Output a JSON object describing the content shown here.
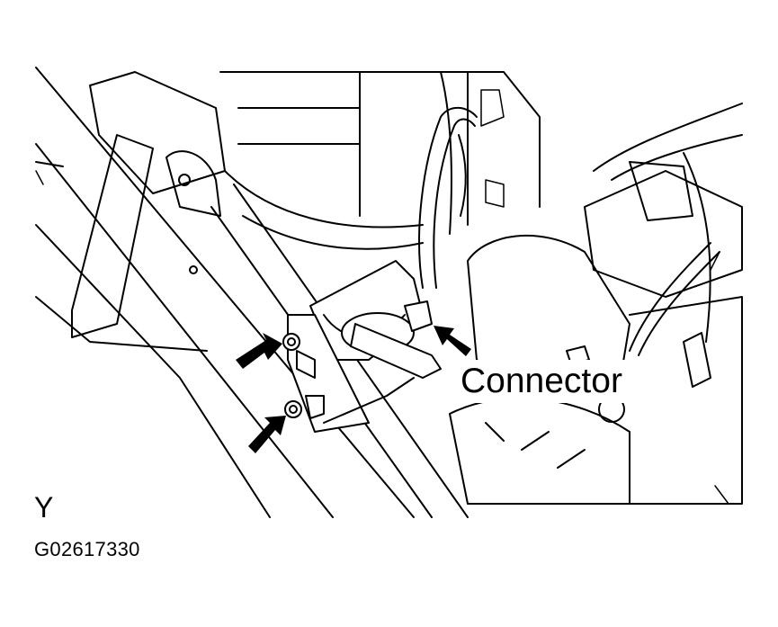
{
  "diagram": {
    "callout_label": "Connector",
    "view_letter": "Y",
    "figure_code": "G02617330"
  }
}
